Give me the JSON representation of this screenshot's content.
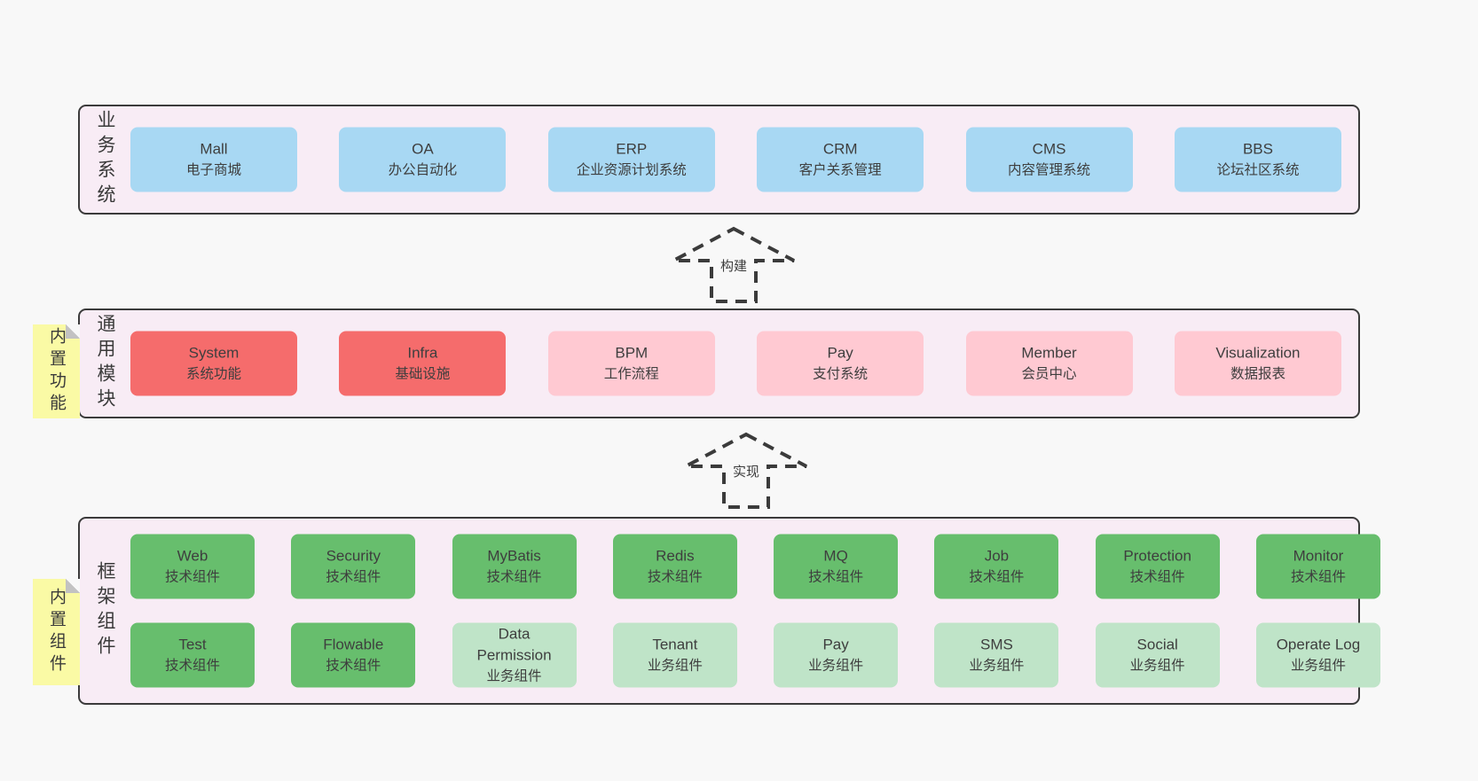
{
  "colors": {
    "page_bg": "#f8f8f8",
    "container_bg": "#f8ecf5",
    "container_border": "#3b3b3b",
    "blue_box": "#a8d8f3",
    "red_box": "#f56c6c",
    "pink_box": "#ffc9d2",
    "green_dark_box": "#67be6d",
    "green_light_box": "#bfe4c8",
    "note_bg": "#fafaa5",
    "note_fold": "#c2c2c2",
    "text": "#3e3e3e"
  },
  "sections": {
    "business": {
      "label": "业务系统",
      "boxes": [
        {
          "name": "Mall",
          "desc": "电子商城"
        },
        {
          "name": "OA",
          "desc": "办公自动化"
        },
        {
          "name": "ERP",
          "desc": "企业资源计划系统"
        },
        {
          "name": "CRM",
          "desc": "客户关系管理"
        },
        {
          "name": "CMS",
          "desc": "内容管理系统"
        },
        {
          "name": "BBS",
          "desc": "论坛社区系统"
        }
      ]
    },
    "modules": {
      "label": "通用模块",
      "note": "内置功能",
      "boxes": [
        {
          "name": "System",
          "desc": "系统功能"
        },
        {
          "name": "Infra",
          "desc": "基础设施"
        },
        {
          "name": "BPM",
          "desc": "工作流程"
        },
        {
          "name": "Pay",
          "desc": "支付系统"
        },
        {
          "name": "Member",
          "desc": "会员中心"
        },
        {
          "name": "Visualization",
          "desc": "数据报表"
        }
      ]
    },
    "framework": {
      "label": "框架组件",
      "note": "内置组件",
      "rows": [
        [
          {
            "name": "Web",
            "desc": "技术组件"
          },
          {
            "name": "Security",
            "desc": "技术组件"
          },
          {
            "name": "MyBatis",
            "desc": "技术组件"
          },
          {
            "name": "Redis",
            "desc": "技术组件"
          },
          {
            "name": "MQ",
            "desc": "技术组件"
          },
          {
            "name": "Job",
            "desc": "技术组件"
          },
          {
            "name": "Protection",
            "desc": "技术组件"
          },
          {
            "name": "Monitor",
            "desc": "技术组件"
          }
        ],
        [
          {
            "name": "Test",
            "desc": "技术组件"
          },
          {
            "name": "Flowable",
            "desc": "技术组件"
          },
          {
            "name": "Data Permission",
            "desc": "业务组件"
          },
          {
            "name": "Tenant",
            "desc": "业务组件"
          },
          {
            "name": "Pay",
            "desc": "业务组件"
          },
          {
            "name": "SMS",
            "desc": "业务组件"
          },
          {
            "name": "Social",
            "desc": "业务组件"
          },
          {
            "name": "Operate Log",
            "desc": "业务组件"
          }
        ]
      ]
    }
  },
  "arrows": {
    "build": {
      "label": "构建"
    },
    "implement": {
      "label": "实现"
    }
  }
}
